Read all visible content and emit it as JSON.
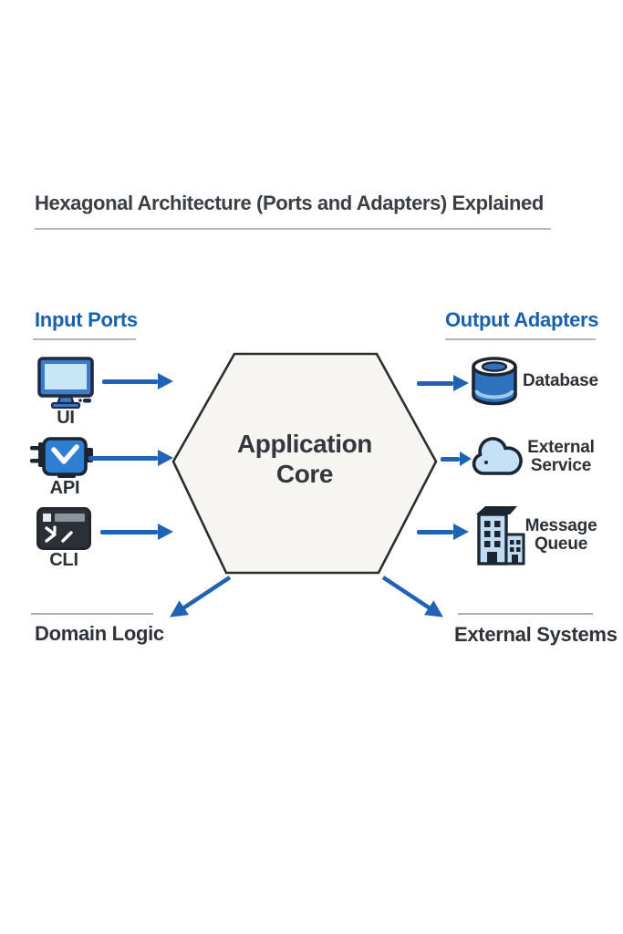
{
  "title": "Hexagonal Architecture (Ports and Adapters) Explained",
  "colors": {
    "accent_blue": "#1761ae",
    "arrow_blue": "#2063b5",
    "text_dark": "#33383e",
    "hexagon_fill": "#f6f5f2",
    "hexagon_stroke": "#2d2d2d",
    "icon_light_blue": "#c5e1f6",
    "icon_mid_blue": "#2e7ed2",
    "icon_navy": "#1c2633",
    "rule_gray": "#b3b6b9"
  },
  "left_section": {
    "heading": "Input Ports",
    "items": [
      {
        "label": "UI",
        "icon": "monitor-icon"
      },
      {
        "label": "API",
        "icon": "plug-icon"
      },
      {
        "label": "CLI",
        "icon": "terminal-icon"
      }
    ]
  },
  "right_section": {
    "heading": "Output Adapters",
    "items": [
      {
        "label": "Database",
        "icon": "database-icon"
      },
      {
        "label": "External Service",
        "icon": "cloud-icon"
      },
      {
        "label": "Message Queue",
        "icon": "buildings-icon"
      }
    ]
  },
  "core": {
    "label": "Application Core"
  },
  "bottom_left": {
    "label": "Domain Logic"
  },
  "bottom_right": {
    "label": "External Systems"
  }
}
